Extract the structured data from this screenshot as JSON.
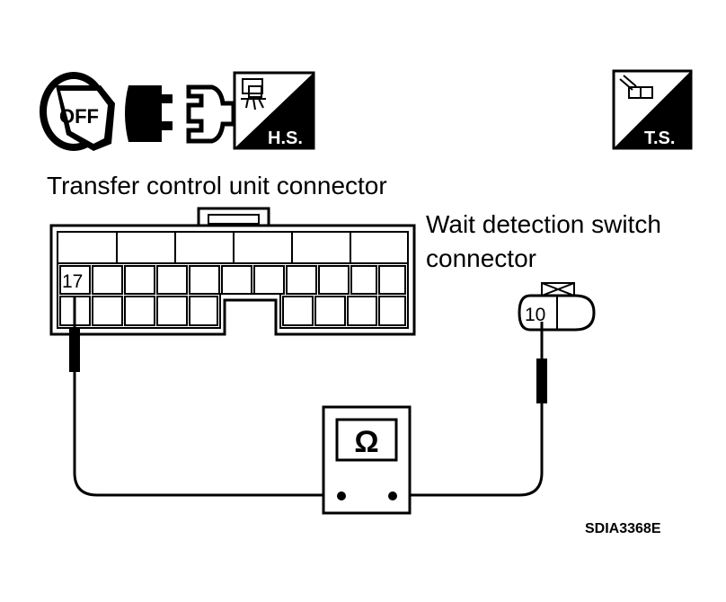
{
  "icons": {
    "ignition_key_icon": "ignition-key-off-icon",
    "ignition_key_label": "OFF",
    "disconnect_icon": "connector-disconnect-icon",
    "harness_side_badge": "H.S.",
    "terminal_side_badge": "T.S."
  },
  "labels": {
    "transfer_connector": "Transfer control unit connector",
    "wait_switch_line1": "Wait detection switch",
    "wait_switch_line2": "connector",
    "ohmmeter_symbol": "Ω",
    "figure_code": "SDIA3368E"
  },
  "pins": {
    "transfer_pin": "17",
    "wait_switch_pin": "10"
  }
}
